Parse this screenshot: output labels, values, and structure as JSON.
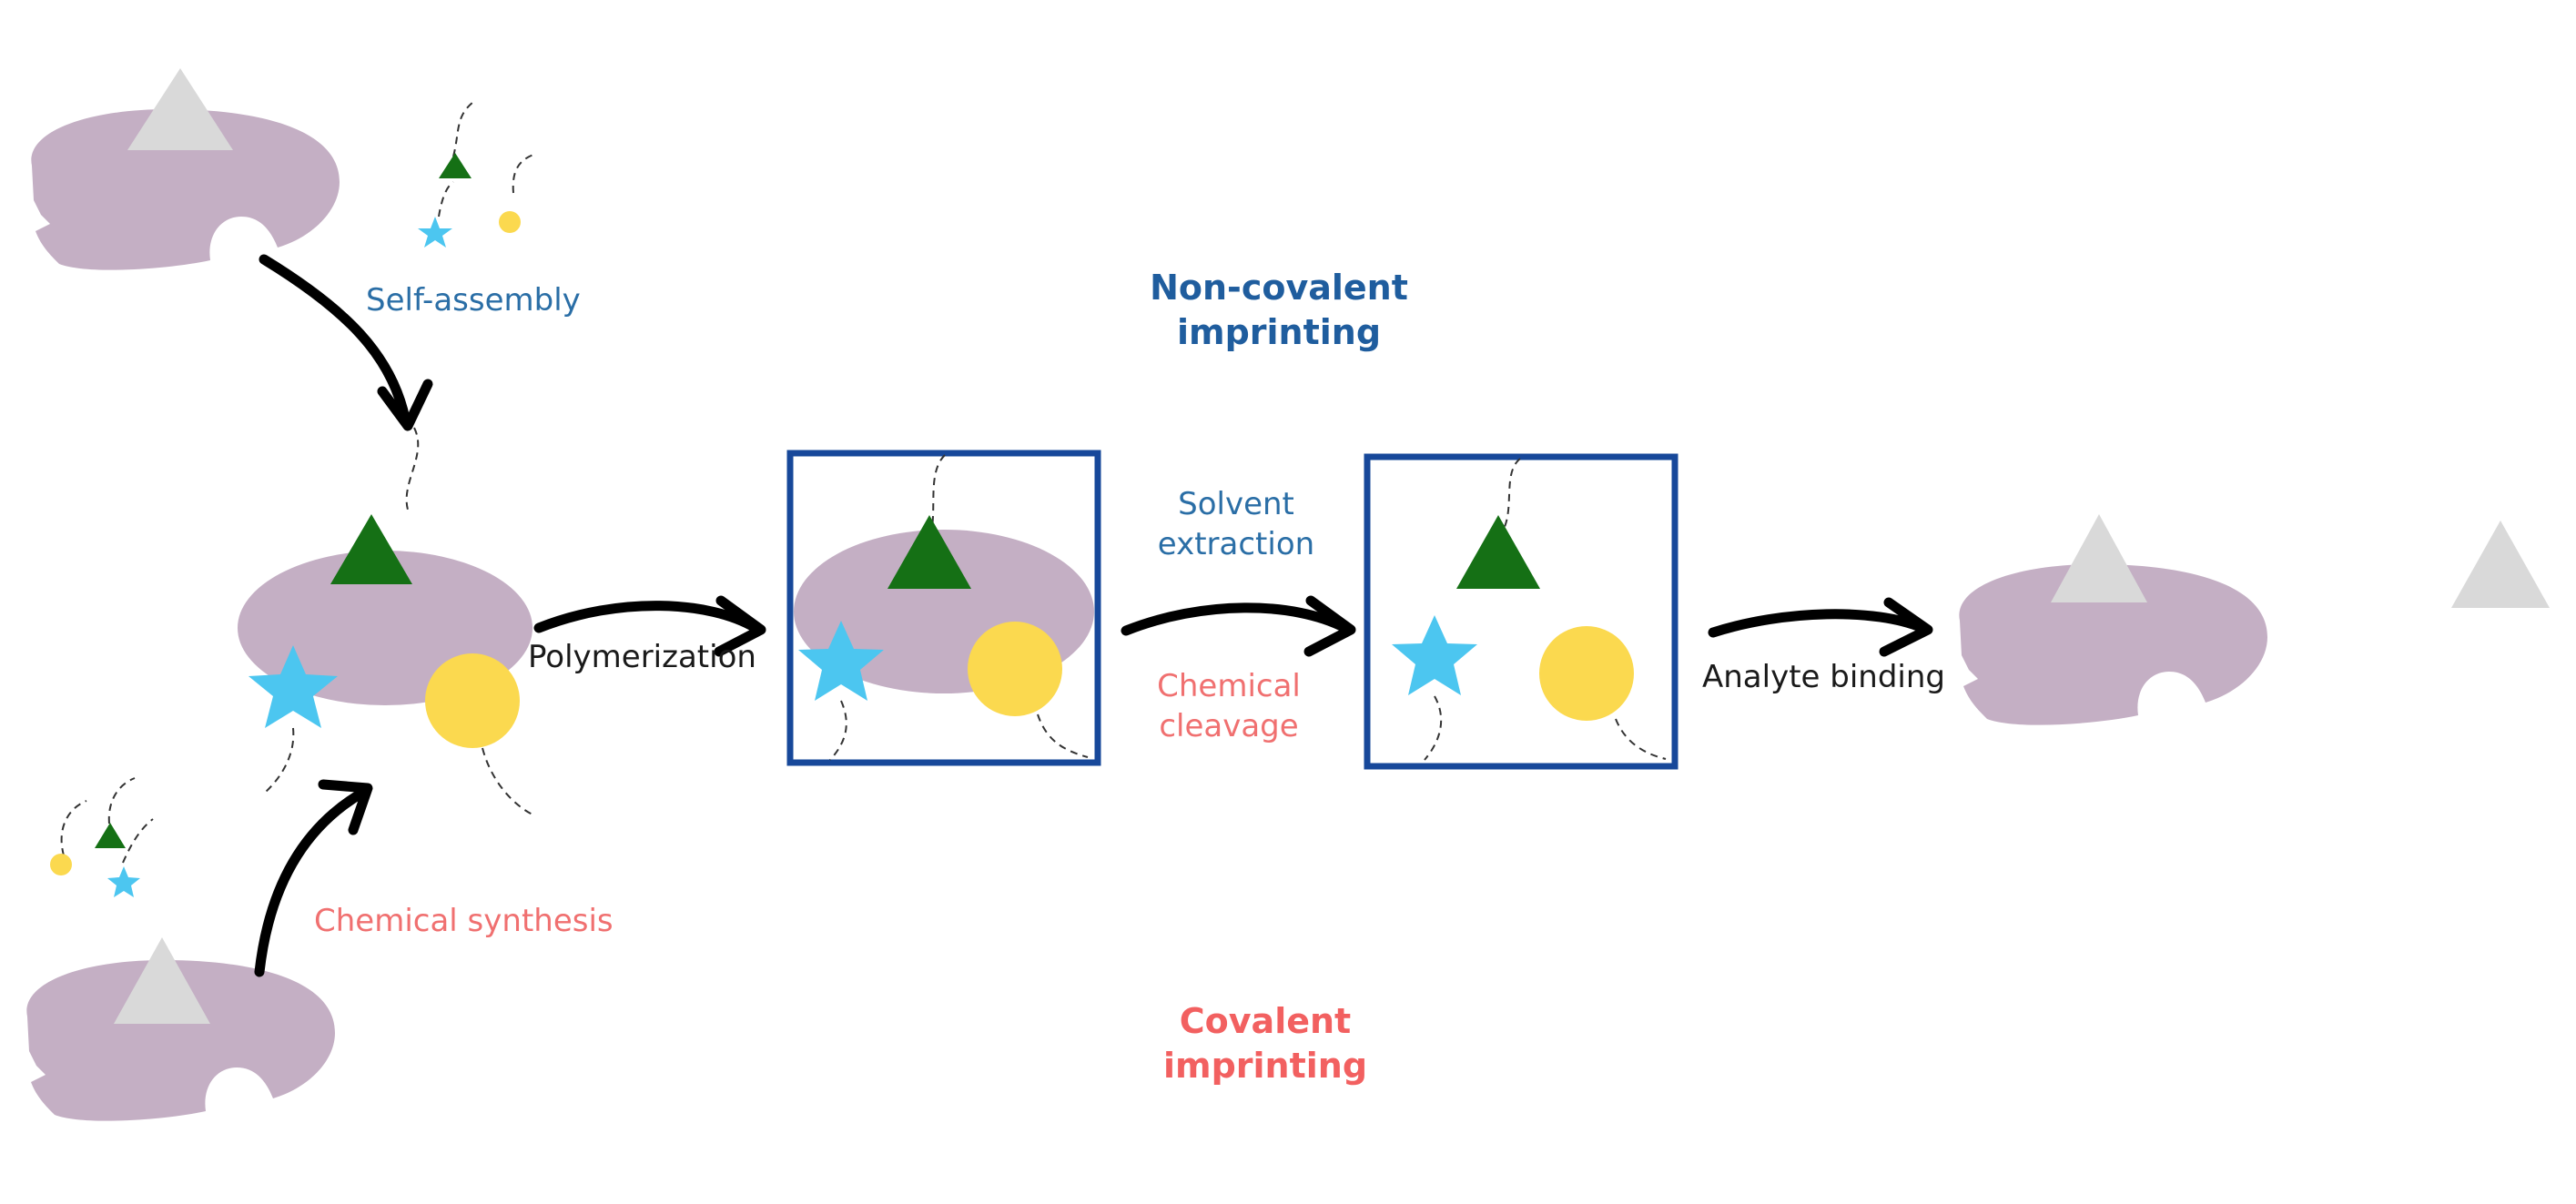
{
  "labels": {
    "self_assembly": "Self-assembly",
    "chemical_synthesis": "Chemical synthesis",
    "polymerization": "Polymerization",
    "solvent_extraction_line1": "Solvent",
    "solvent_extraction_line2": "extraction",
    "chemical_cleavage_line1": "Chemical",
    "chemical_cleavage_line2": "cleavage",
    "analyte_binding": "Analyte binding",
    "non_covalent_line1": "Non-covalent",
    "non_covalent_line2": "imprinting",
    "covalent_line1": "Covalent",
    "covalent_line2": "imprinting"
  },
  "colors": {
    "template_blob": "#c4afc4",
    "template_triangle": "#d9d9d9",
    "monomer_triangle": "#157015",
    "monomer_star": "#4cc6f0",
    "monomer_circle": "#fbd94f",
    "polymer_box": "#17489a",
    "arrow": "#000000",
    "non_covalent_text": "#1f5d9e",
    "covalent_text": "#f26060"
  },
  "icons": [
    "template-molecule",
    "monomer-triangle-icon",
    "monomer-star-icon",
    "monomer-circle-icon",
    "curved-arrow-icon"
  ]
}
